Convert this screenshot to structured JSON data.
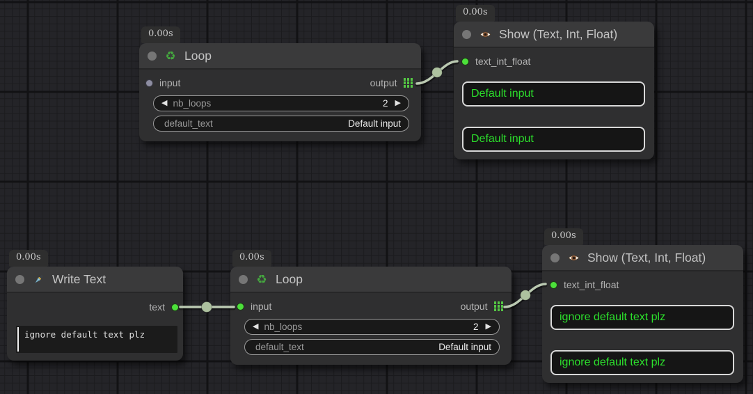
{
  "colors": {
    "wire": "#bac9b1",
    "wire_dot": "#adc19f",
    "slot_connected": "#4ce03a",
    "slot_unconnected": "#8d8da1",
    "display_text_green": "#2ce02c",
    "output_grid_green": "#55c944",
    "node_body": "#2f2f30",
    "node_header": "#3a3a3b"
  },
  "nodes": {
    "loop_top": {
      "badge": "0.00s",
      "title": "Loop",
      "icon": "recycle-icon",
      "input_label": "input",
      "output_label": "output",
      "nb_loops_label": "nb_loops",
      "nb_loops_value": "2",
      "nb_loops_dec": "◀",
      "nb_loops_inc": "▶",
      "default_text_label": "default_text",
      "default_text_value": "Default input"
    },
    "show_top": {
      "badge": "0.00s",
      "title": "Show (Text, Int, Float)",
      "icon": "eye-icon",
      "input_label": "text_int_float",
      "display1": "Default input",
      "display2": "Default input"
    },
    "write_text": {
      "badge": "0.00s",
      "title": "Write Text",
      "icon": "pen-icon",
      "output_label": "text",
      "text_value": "ignore default text plz"
    },
    "loop_bottom": {
      "badge": "0.00s",
      "title": "Loop",
      "icon": "recycle-icon",
      "input_label": "input",
      "output_label": "output",
      "nb_loops_label": "nb_loops",
      "nb_loops_value": "2",
      "nb_loops_dec": "◀",
      "nb_loops_inc": "▶",
      "default_text_label": "default_text",
      "default_text_value": "Default input"
    },
    "show_bottom": {
      "badge": "0.00s",
      "title": "Show (Text, Int, Float)",
      "icon": "eye-icon",
      "input_label": "text_int_float",
      "display1": "ignore default text plz",
      "display2": "ignore default text plz"
    }
  },
  "recycle_glyph": "♻"
}
